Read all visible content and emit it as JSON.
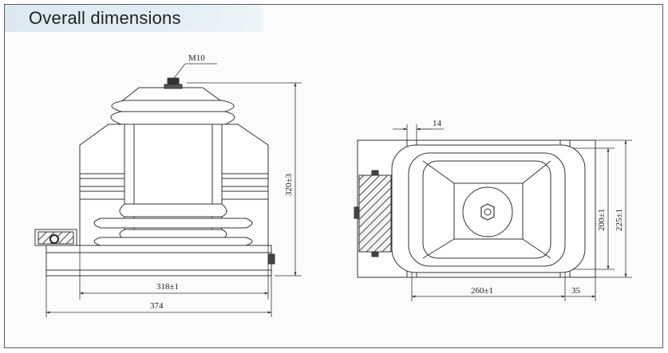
{
  "title": "Overall dimensions",
  "dimensions": {
    "bolt": "M10",
    "height": "320±3",
    "base_inner": "318±1",
    "base_overall": "374",
    "slot": "14",
    "mount_spacing": "260±1",
    "edge_offset": "35",
    "width_inner": "200±1",
    "width_overall": "225±1"
  },
  "colors": {
    "line": "#333333",
    "title_bg": "#dce9f1"
  }
}
